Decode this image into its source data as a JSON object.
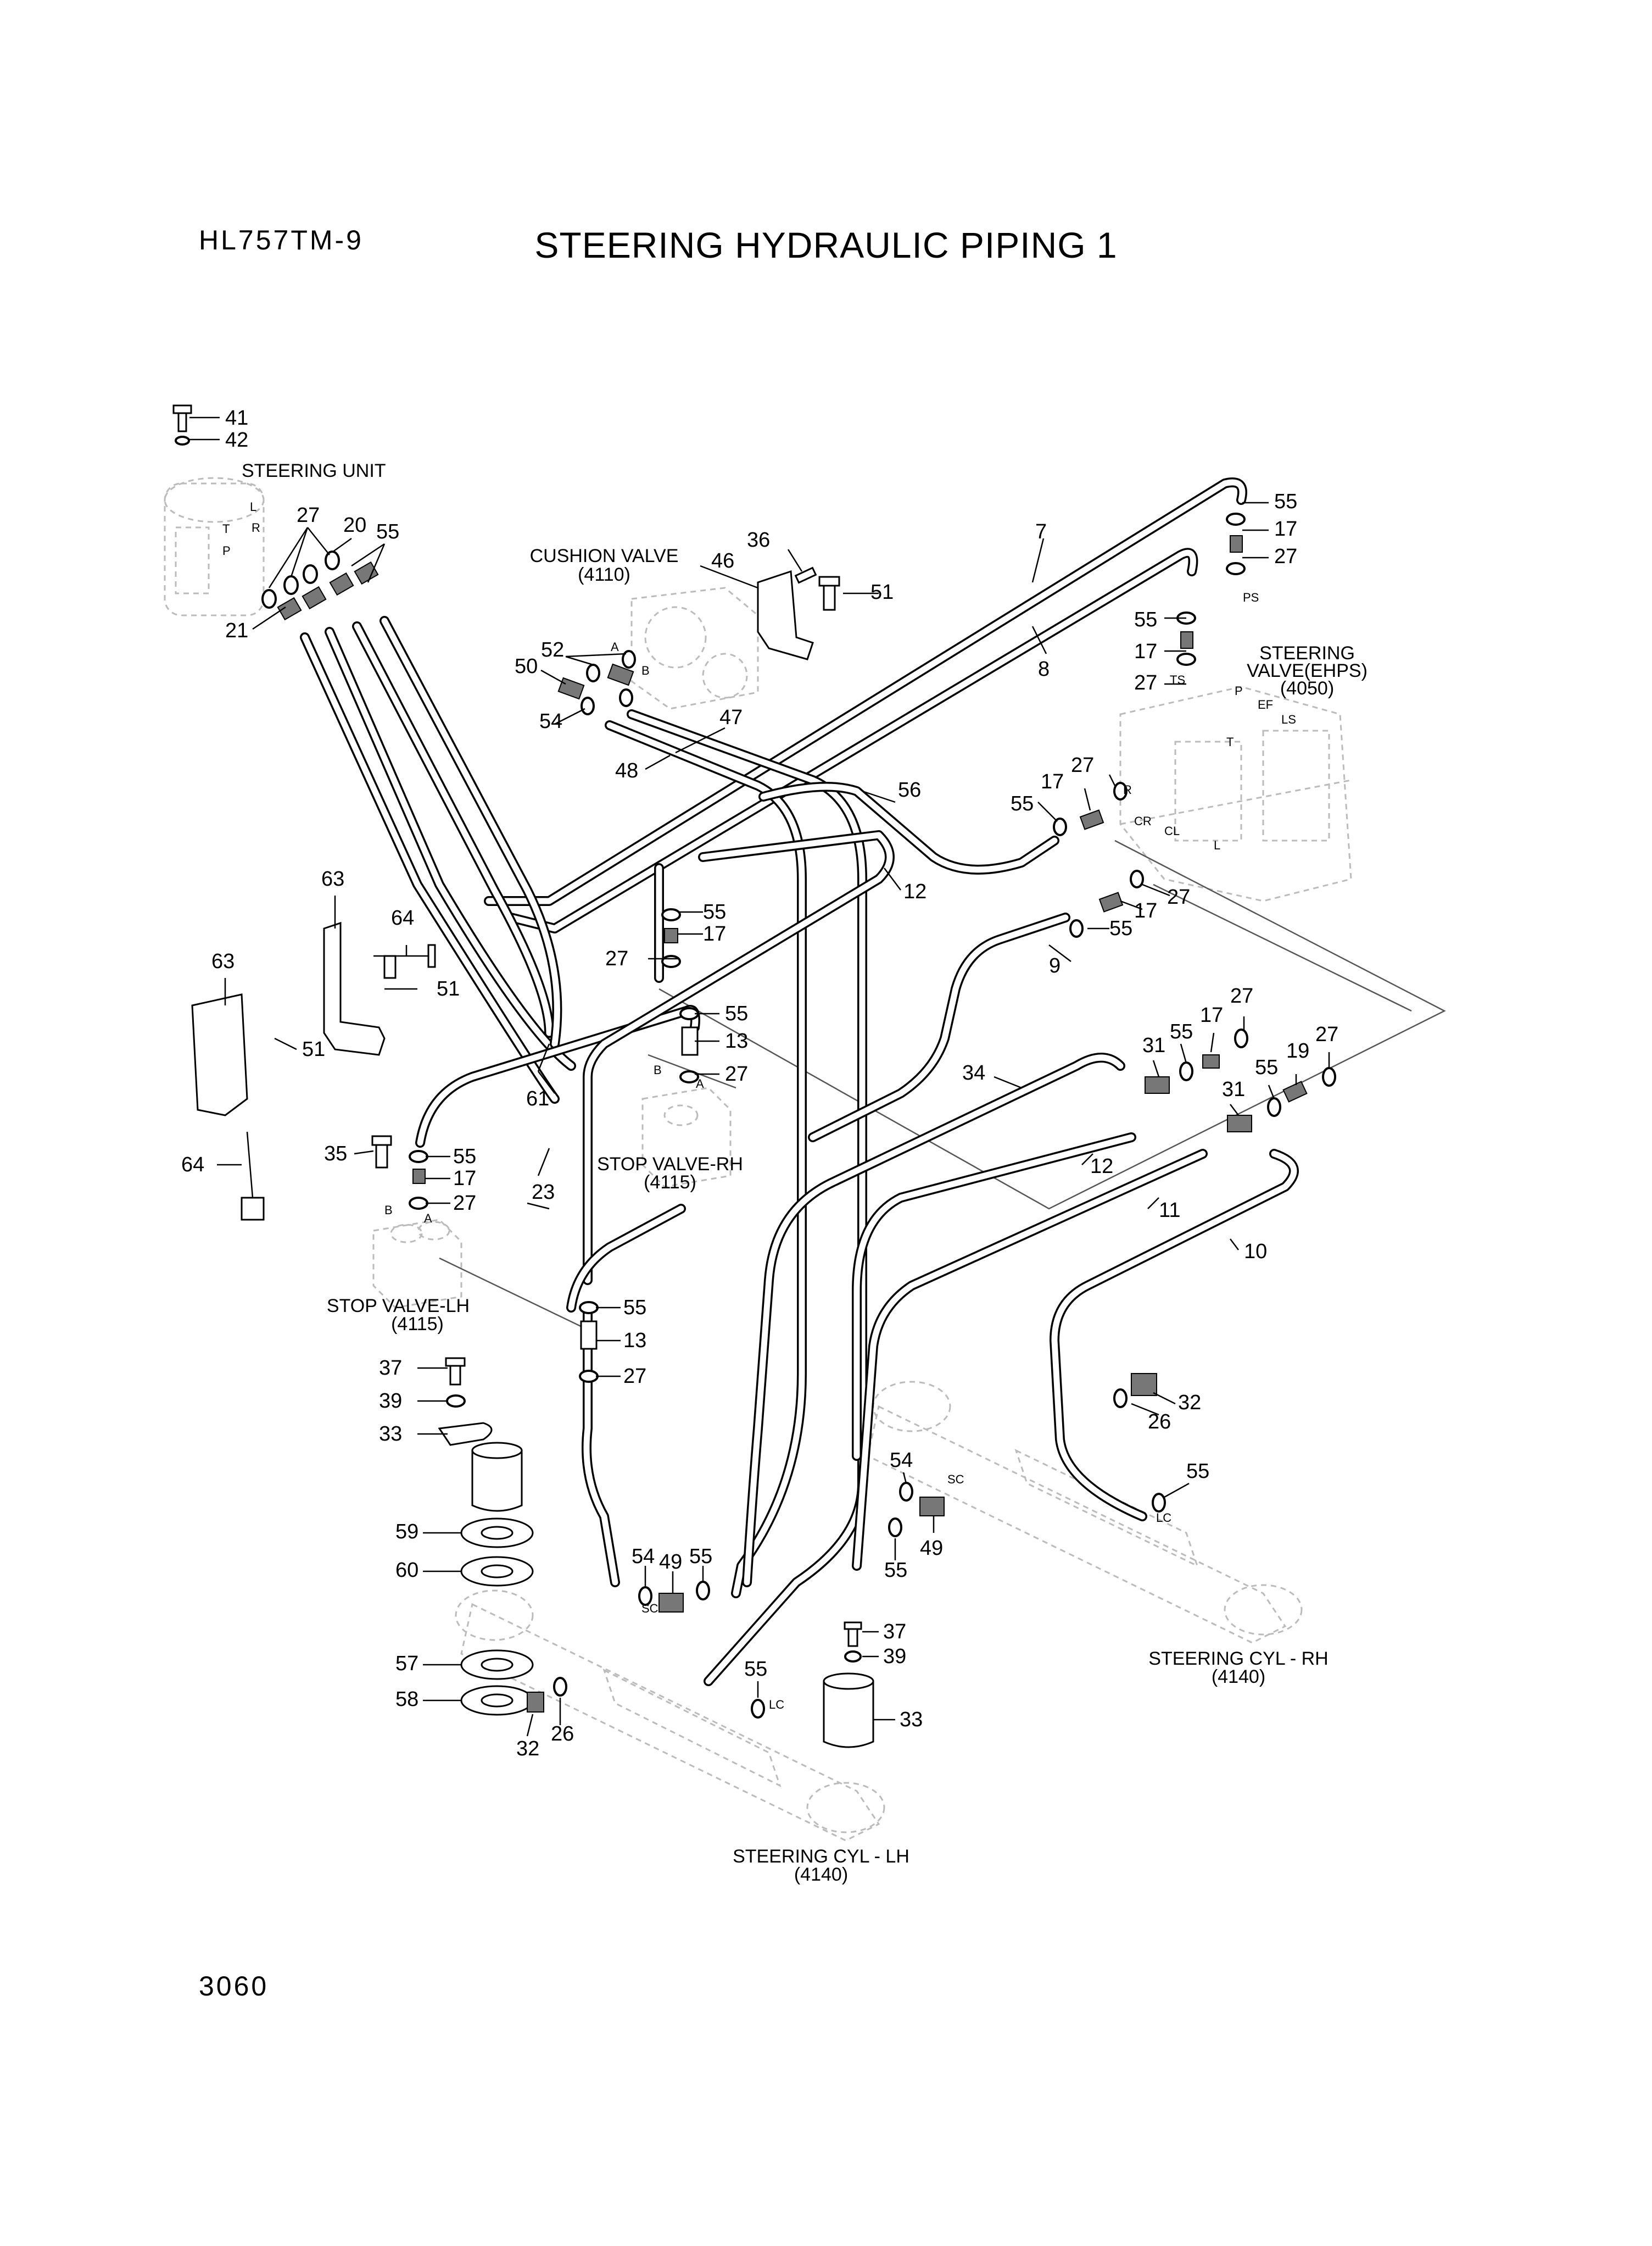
{
  "header": {
    "model": "HL757TM-9",
    "title": "STEERING HYDRAULIC PIPING 1",
    "page_number": "3060"
  },
  "components": {
    "steering_unit": "STEERING UNIT",
    "cushion_valve": "CUSHION VALVE",
    "cushion_valve_code": "(4110)",
    "steering_valve_l1": "STEERING",
    "steering_valve_l2": "VALVE(EHPS)",
    "steering_valve_code": "(4050)",
    "stop_valve_rh": "STOP VALVE-RH",
    "stop_valve_rh_code": "(4115)",
    "stop_valve_lh": "STOP VALVE-LH",
    "stop_valve_lh_code": "(4115)",
    "steering_cyl_rh": "STEERING CYL - RH",
    "steering_cyl_rh_code": "(4140)",
    "steering_cyl_lh": "STEERING CYL - LH",
    "steering_cyl_lh_code": "(4140)"
  },
  "ports": {
    "L": "L",
    "R": "R",
    "T": "T",
    "P": "P",
    "A": "A",
    "B": "B",
    "PS": "PS",
    "TS": "TS",
    "EF": "EF",
    "LS": "LS",
    "CR": "CR",
    "CL": "CL",
    "SC": "SC",
    "LC": "LC"
  },
  "part_numbers": [
    "41",
    "42",
    "27",
    "20",
    "55",
    "21",
    "36",
    "46",
    "51",
    "52",
    "50",
    "54",
    "47",
    "48",
    "7",
    "8",
    "17",
    "56",
    "12",
    "63",
    "64",
    "61",
    "13",
    "23",
    "35",
    "9",
    "34",
    "31",
    "19",
    "11",
    "10",
    "32",
    "26",
    "49",
    "37",
    "39",
    "33",
    "59",
    "60",
    "57",
    "58"
  ]
}
